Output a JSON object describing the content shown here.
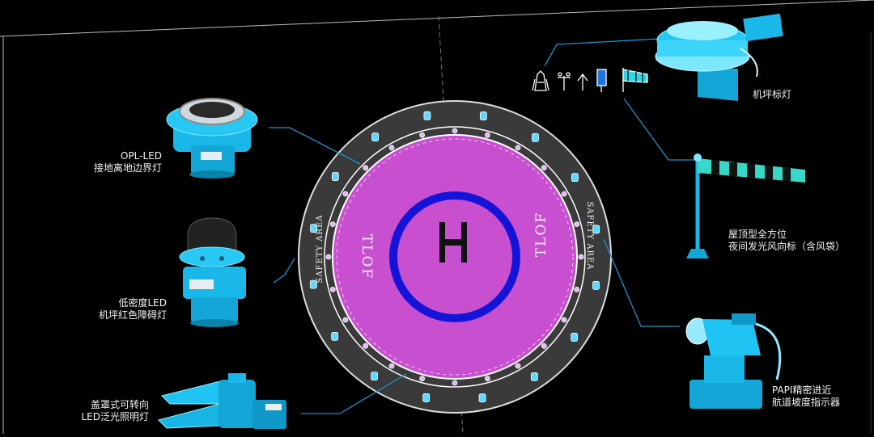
{
  "diagram": {
    "tlof_label": "TLOF",
    "safety_label": "SAFETY AREA",
    "h_marking": "H"
  },
  "labels": {
    "opl_led": [
      "OPL-LED",
      "接地离地边界灯"
    ],
    "low_intensity": [
      "低密度LED",
      "机坪红色障碍灯"
    ],
    "floodlight": [
      "盖罩式可转向",
      "LED泛光照明灯"
    ],
    "beacon": [
      "机坪标灯"
    ],
    "windsock": [
      "屋顶型全方位",
      "夜间发光风向标（含风袋）"
    ],
    "papi": [
      "PAPI精密进近",
      "航道坡度指示器"
    ]
  },
  "colors": {
    "tlof_fill": "#c84fd0",
    "ring_blue": "#1414d8",
    "safety_area": "#3a3a3a",
    "device_cyan": "#1ec8f0",
    "leader_line": "#1e90d0"
  }
}
